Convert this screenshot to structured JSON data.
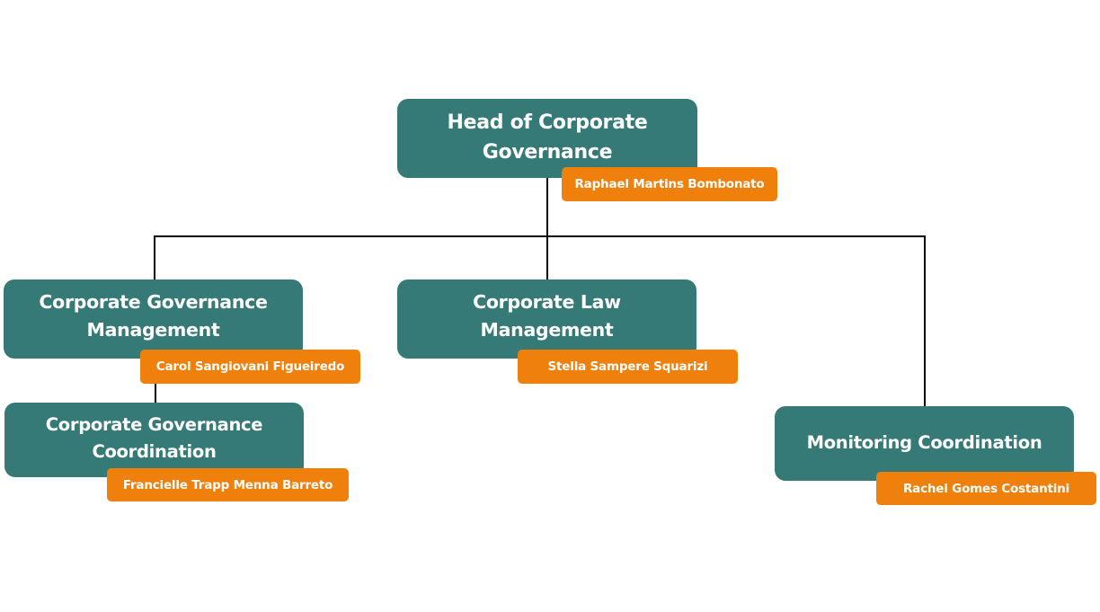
{
  "org_chart": {
    "head": {
      "title_line1": "Head of Corporate",
      "title_line2": "Governance",
      "person": "Raphael Martins Bombonato"
    },
    "governance_management": {
      "title_line1": "Corporate Governance",
      "title_line2": "Management",
      "person": "Carol Sangiovani Figueiredo"
    },
    "law_management": {
      "title_line1": "Corporate Law",
      "title_line2": "Management",
      "person": "Stella Sampere Squarizi"
    },
    "governance_coordination": {
      "title_line1": "Corporate Governance",
      "title_line2": "Coordination",
      "person": "Francielle Trapp Menna Barreto"
    },
    "monitoring_coordination": {
      "title_line1": "Monitoring Coordination",
      "person": "Rachel Gomes Costantini"
    }
  },
  "colors": {
    "role_box": "#357a76",
    "name_box": "#f0800c",
    "connector": "#000000"
  }
}
